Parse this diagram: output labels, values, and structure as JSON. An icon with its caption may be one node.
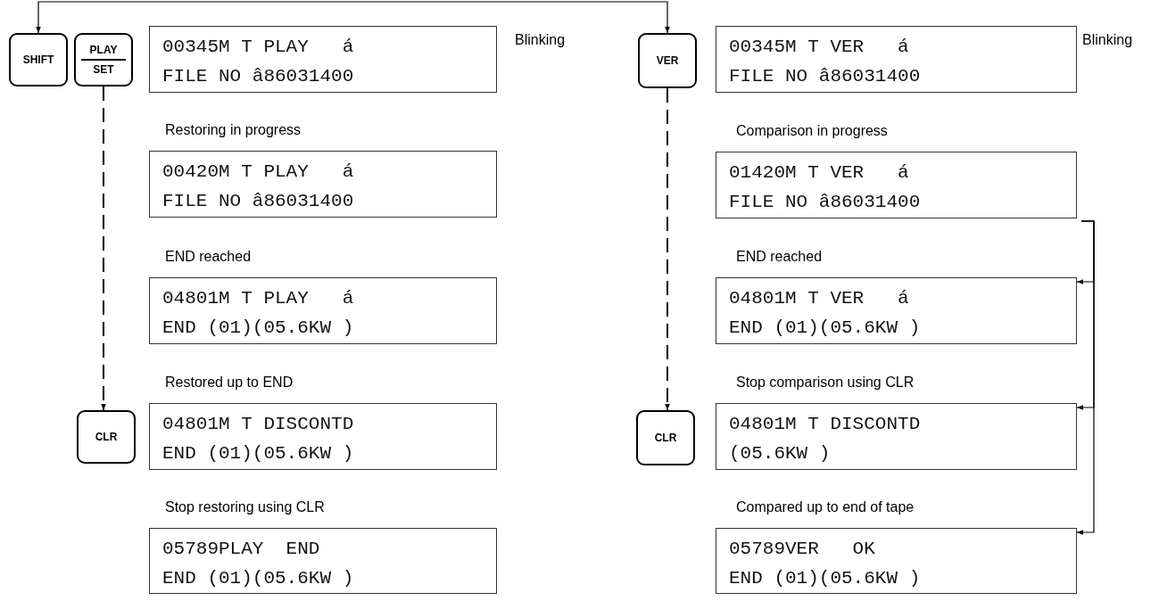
{
  "diagram": {
    "nodes": [
      {
        "text": [
          "SHIFT"
        ]
      },
      {
        "text": [
          "PLAY",
          "SET"
        ]
      },
      {
        "text": [
          "00345M T PLAY   á",
          "FILE NO â86031400"
        ],
        "beside": [
          "Blinking"
        ]
      },
      {
        "text": [
          "00420M T PLAY   á",
          "FILE NO â86031400"
        ],
        "beside": [
          "Restoring in progress"
        ]
      },
      {
        "text": [
          "04801M T PLAY   á",
          "END (01)(05.6KW )"
        ],
        "beside": [
          "END reached"
        ]
      },
      {
        "text": [
          "CLR"
        ]
      },
      {
        "text": [
          "04801M T DISCONTD",
          "END (01)(05.6KW )"
        ],
        "beside": [
          "Restored up to END"
        ]
      },
      {
        "text": [
          "05789PLAY  END",
          "END (01)(05.6KW )"
        ],
        "beside": [
          "Stop restoring using CLR"
        ]
      },
      {
        "text": [
          "VER"
        ]
      },
      {
        "text": [
          "00345M T VER   á",
          "FILE NO â86031400"
        ],
        "beside": [
          "Blinking"
        ]
      },
      {
        "text": [
          "01420M T VER   á",
          "FILE NO â86031400"
        ],
        "beside": [
          "Comparison in progress"
        ]
      },
      {
        "text": [
          "04801M T VER   á",
          "END (01)(05.6KW )"
        ],
        "beside": [
          "END reached"
        ]
      },
      {
        "text": [
          "CLR"
        ]
      },
      {
        "text": [
          "04801M T DISCONTD",
          "(05.6KW )"
        ],
        "beside": [
          "Stop comparison using CLR"
        ]
      },
      {
        "text": [
          "05789VER   OK",
          "END (01)(05.6KW )"
        ],
        "beside": [
          "Compared up to end of tape"
        ]
      }
    ],
    "edges": [
      {
        "from": 0,
        "to": 8,
        "arrow": "both"
      },
      {
        "from": 1,
        "to": 5,
        "arrow": "to",
        "style": "dashed"
      },
      {
        "from": 8,
        "to": 12,
        "arrow": "to",
        "style": "dashed"
      },
      {
        "from": 10,
        "to": 11,
        "arrow": "to"
      },
      {
        "from": 10,
        "to": 13,
        "arrow": "to"
      },
      {
        "from": 10,
        "to": 14,
        "arrow": "to"
      }
    ]
  }
}
